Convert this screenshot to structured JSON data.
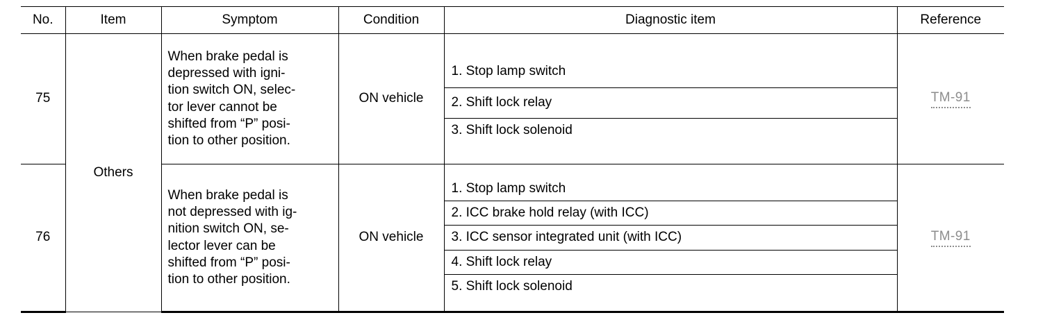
{
  "table": {
    "headers": {
      "no": "No.",
      "item": "Item",
      "symptom": "Symptom",
      "condition": "Condition",
      "diagnostic": "Diagnostic item",
      "reference": "Reference"
    },
    "item_group_label": "Others",
    "rows": [
      {
        "no": "75",
        "symptom": "When brake pedal is\ndepressed with igni-\ntion switch ON, selec-\ntor lever cannot be\nshifted from “P” posi-\ntion to other position.",
        "condition": "ON vehicle",
        "diagnostic_items": [
          "1. Stop lamp switch",
          "2. Shift lock relay",
          "3. Shift lock solenoid"
        ],
        "reference": "TM-91"
      },
      {
        "no": "76",
        "symptom": "When brake pedal is\nnot depressed with ig-\nnition switch ON, se-\nlector lever can be\nshifted from “P” posi-\ntion to other position.",
        "condition": "ON vehicle",
        "diagnostic_items": [
          "1. Stop lamp switch",
          "2. ICC brake hold relay (with ICC)",
          "3. ICC sensor integrated unit (with ICC)",
          "4. Shift lock relay",
          "5. Shift lock solenoid"
        ],
        "reference": "TM-91"
      }
    ]
  },
  "colors": {
    "rule": "#000000",
    "text": "#000000",
    "reference_link": "#8d8d8d",
    "background": "#ffffff"
  }
}
